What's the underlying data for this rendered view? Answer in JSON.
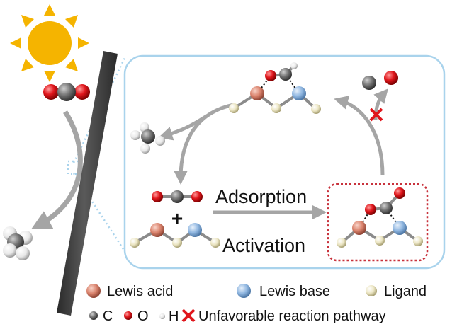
{
  "steps": {
    "adsorption": "Adsorption",
    "activation": "Activation",
    "plus": "+"
  },
  "legend": {
    "lewis_acid": "Lewis acid",
    "lewis_base": "Lewis base",
    "ligand": "Ligand",
    "carbon": "C",
    "oxygen": "O",
    "hydrogen": "H",
    "unfavorable": "Unfavorable reaction pathway"
  },
  "colors": {
    "frame": "#a9d3ec",
    "arrow": "#a5a5a5",
    "lewis_acid": "#d9826c",
    "lewis_base": "#8fb6e0",
    "ligand": "#ece6c4",
    "carbon": "#6f6f6f",
    "oxygen": "#e0161c",
    "hydrogen": "#f2f2f2",
    "cross": "#e0161c",
    "highlight_box": "#c8323c",
    "sun": "#f5b400",
    "rod": "#4a4a4a"
  },
  "icons": [
    "sun-icon",
    "co2-molecule-icon",
    "ch4-molecule-icon",
    "co-molecule-icon",
    "cross-icon"
  ]
}
